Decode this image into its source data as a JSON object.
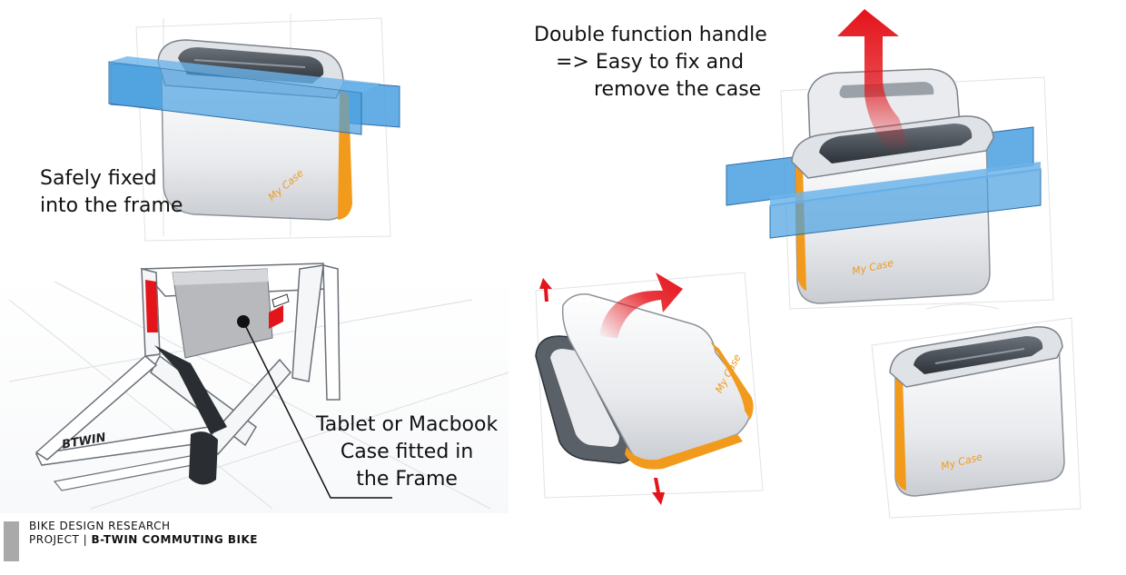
{
  "annotations": {
    "fixed": [
      "Safely fixed",
      "into the frame"
    ],
    "handle": [
      "Double function handle",
      "=> Easy to fix and",
      "remove the case"
    ],
    "tablet": [
      "Tablet or Macbook",
      "Case fitted in",
      "the Frame"
    ]
  },
  "case_brand": "My Case",
  "frame_brand": "BTWIN",
  "footer": {
    "line1": "BIKE DESIGN RESEARCH",
    "line2_prefix": "PROJECT | ",
    "line2_bold": "B-TWIN COMMUTING BIKE"
  },
  "colors": {
    "rail_blue": "#4a9fe0",
    "accent_orange": "#f29a1c",
    "arrow_red": "#e4141b",
    "handle_dark": "#3b4148"
  }
}
